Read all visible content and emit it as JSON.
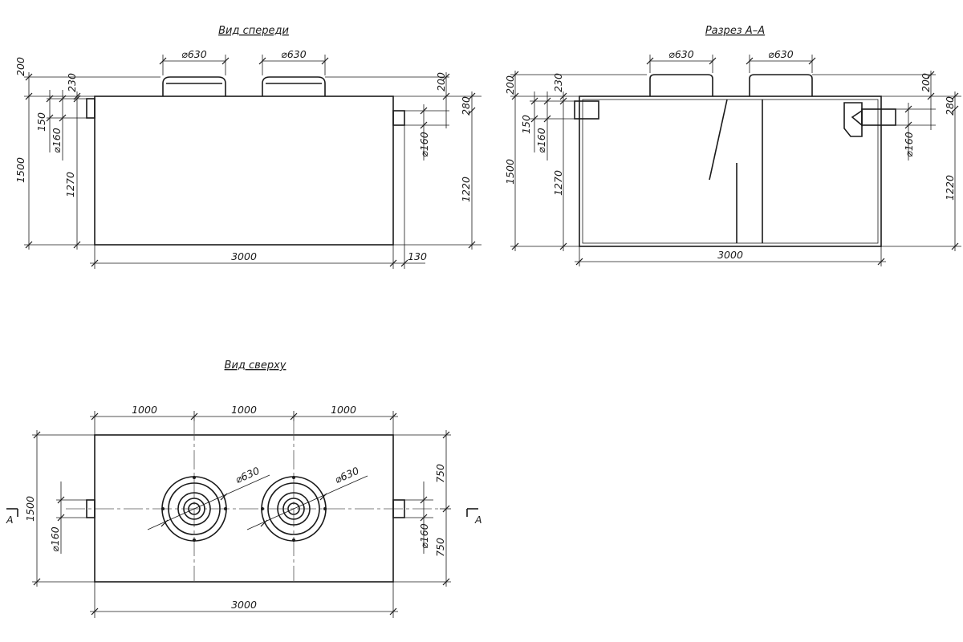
{
  "views": {
    "front": {
      "title": "Вид спереди",
      "dims": {
        "hatch_d1": "⌀630",
        "hatch_d2": "⌀630",
        "h200_l": "200",
        "h230": "230",
        "h150": "150",
        "pipe_l": "⌀160",
        "h1500": "1500",
        "h1270": "1270",
        "h200_r": "200",
        "h280": "280",
        "pipe_r": "⌀160",
        "h1220": "1220",
        "w3000": "3000",
        "w130": "130"
      }
    },
    "section": {
      "title": "Разрез А–А",
      "dims": {
        "hatch_d1": "⌀630",
        "hatch_d2": "⌀630",
        "h200_l": "200",
        "h230": "230",
        "h150": "150",
        "pipe_l": "⌀160",
        "h1500": "1500",
        "h1270": "1270",
        "h200_r": "200",
        "h280": "280",
        "pipe_r": "⌀160",
        "h1220": "1220",
        "w3000": "3000"
      }
    },
    "top": {
      "title": "Вид сверху",
      "dims": {
        "w1000_a": "1000",
        "w1000_b": "1000",
        "w1000_c": "1000",
        "hatch_d1": "⌀630",
        "hatch_d2": "⌀630",
        "h1500": "1500",
        "pipe_l": "⌀160",
        "h750_a": "750",
        "pipe_r": "⌀160",
        "h750_b": "750",
        "w3000": "3000",
        "sect_l": "А",
        "sect_r": "А"
      }
    }
  }
}
